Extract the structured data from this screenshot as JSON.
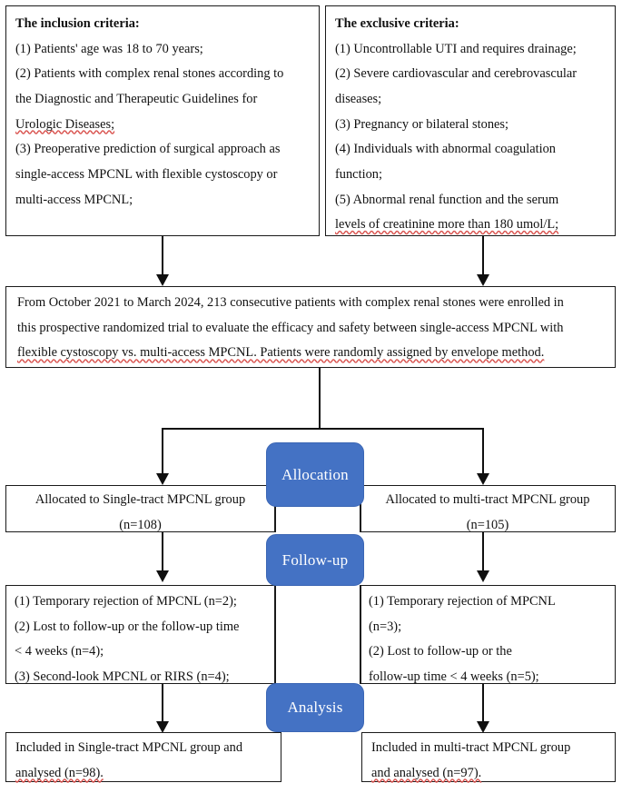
{
  "diagram": {
    "title": "CONSORT-style patient flow diagram",
    "accent_color": "#4472C4",
    "line_color": "#0f0f0f",
    "box_border_color": "#1a1a1a",
    "background": "#ffffff"
  },
  "inclusion": {
    "heading": "The inclusion criteria:",
    "items": [
      "(1) Patients' age was 18 to 70 years;",
      "(2) Patients with complex renal stones according to the Diagnostic and Therapeutic Guidelines for Urologic Diseases;",
      "(3) Preoperative prediction of surgical approach as single-access MPCNL with flexible cystoscopy or multi-access MPCNL;"
    ],
    "lines": [
      "(1) Patients' age was 18 to 70 years;",
      "(2) Patients with complex renal stones according to",
      "the Diagnostic and Therapeutic Guidelines for",
      "Urologic Diseases;",
      "(3) Preoperative prediction of surgical approach as",
      "single-access MPCNL with flexible cystoscopy or",
      "multi-access MPCNL;"
    ]
  },
  "exclusion": {
    "heading": "The exclusive criteria:",
    "items": [
      "(1) Uncontrollable UTI and requires drainage;",
      "(2) Severe cardiovascular and cerebrovascular diseases;",
      "(3) Pregnancy or bilateral stones;",
      "(4) Individuals with abnormal coagulation function;",
      "(5) Abnormal renal function and the serum levels of creatinine more than 180 umol/L;"
    ],
    "lines": [
      "(1) Uncontrollable UTI and requires drainage;",
      "(2) Severe cardiovascular and cerebrovascular",
      "diseases;",
      "(3) Pregnancy or bilateral stones;",
      "(4) Individuals with abnormal coagulation",
      "function;",
      "(5) Abnormal renal function and the serum",
      "levels of creatinine more than 180 umol/L;"
    ]
  },
  "enrollment": {
    "text": "From October 2021 to March 2024, 213 consecutive patients with complex renal stones were enrolled in this prospective randomized trial to evaluate the efficacy and safety between single-access MPCNL with flexible cystoscopy vs. multi-access MPCNL.    Patients were randomly assigned by envelope method.",
    "lines": [
      "From October 2021 to March 2024, 213 consecutive patients with complex renal stones were enrolled in",
      "this prospective randomized trial to evaluate the efficacy and safety between single-access MPCNL with",
      "flexible cystoscopy vs. multi-access MPCNL.    Patients were randomly assigned by envelope method."
    ],
    "enrolled_total": 213,
    "period_start": "October 2021",
    "period_end": "March 2024"
  },
  "badges": {
    "allocation": "Allocation",
    "followup": "Follow-up",
    "analysis": "Analysis"
  },
  "allocation": {
    "left": {
      "line1": "Allocated to Single-tract MPCNL group",
      "line2": "(n=108)",
      "n": 108
    },
    "right": {
      "line1": "Allocated to multi-tract MPCNL group",
      "line2": "(n=105)",
      "n": 105
    }
  },
  "followup": {
    "left": {
      "lines": [
        "(1) Temporary rejection of MPCNL (n=2);",
        "(2) Lost to follow-up or the follow-up time",
        "< 4 weeks (n=4);",
        "(3) Second-look MPCNL or RIRS (n=4);"
      ],
      "items": [
        "(1) Temporary rejection of MPCNL (n=2);",
        "(2) Lost to follow-up or the follow-up time < 4 weeks (n=4);",
        "(3) Second-look MPCNL or RIRS (n=4);"
      ]
    },
    "right": {
      "lines": [
        "(1) Temporary rejection of MPCNL",
        "(n=3);",
        "(2) Lost to follow-up or the",
        "follow-up time < 4 weeks (n=5);"
      ],
      "items": [
        "(1) Temporary rejection of MPCNL (n=3);",
        "(2) Lost to follow-up or the follow-up time < 4 weeks (n=5);"
      ]
    }
  },
  "analysis": {
    "left": {
      "line1": "Included in Single-tract MPCNL group and",
      "line2": "analysed (n=98).",
      "n": 98
    },
    "right": {
      "line1": "Included in multi-tract MPCNL group",
      "line2": "and analysed (n=97).",
      "n": 97
    }
  }
}
